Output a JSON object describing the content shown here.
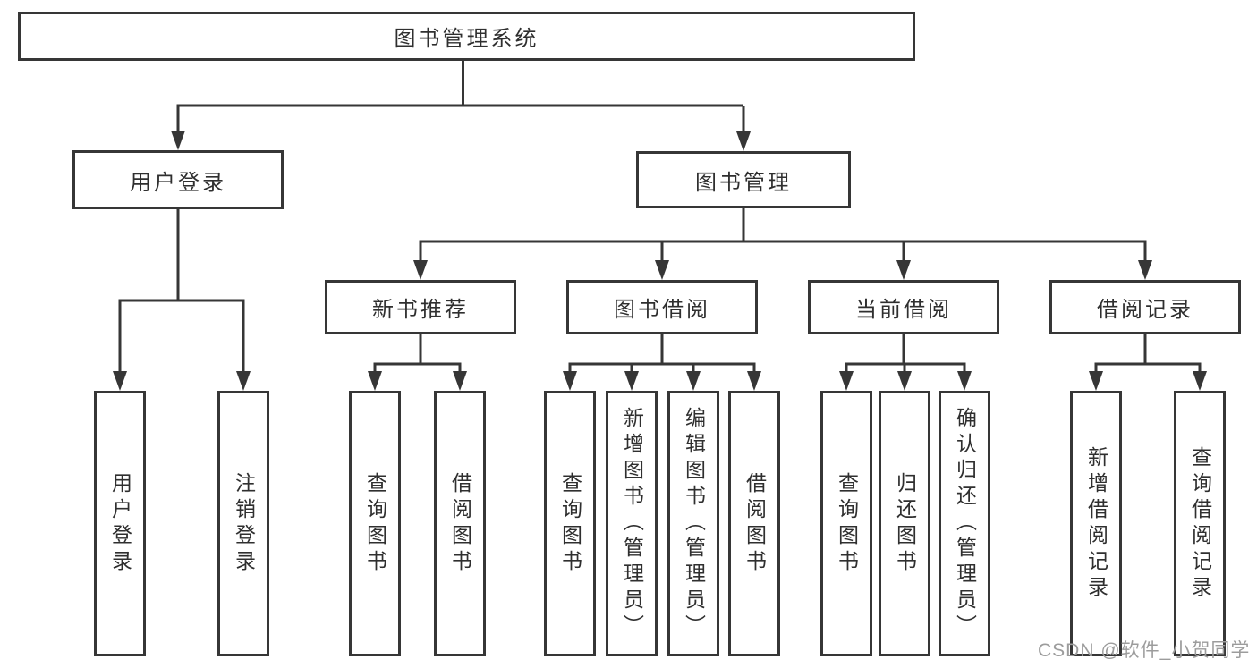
{
  "styles": {
    "line_color": "#363636",
    "text_color": "#2f2f2f",
    "box_background": "#ffffff",
    "watermark_color": "#9c9c9c",
    "page_background": "#ffffff"
  },
  "tree": {
    "root": {
      "label": "图书管理系统"
    },
    "branches": [
      {
        "label": "用户登录",
        "children": [
          {
            "label": "用户登录"
          },
          {
            "label": "注销登录"
          }
        ]
      },
      {
        "label": "图书管理",
        "children": [
          {
            "label": "新书推荐",
            "children": [
              {
                "label": "查询图书"
              },
              {
                "label": "借阅图书"
              }
            ]
          },
          {
            "label": "图书借阅",
            "children": [
              {
                "label": "查询图书"
              },
              {
                "label": "新增图书（管理员）"
              },
              {
                "label": "编辑图书（管理员）"
              },
              {
                "label": "借阅图书"
              }
            ]
          },
          {
            "label": "当前借阅",
            "children": [
              {
                "label": "查询图书"
              },
              {
                "label": "归还图书"
              },
              {
                "label": "确认归还（管理员）"
              }
            ]
          },
          {
            "label": "借阅记录",
            "children": [
              {
                "label": "新增借阅记录"
              },
              {
                "label": "查询借阅记录"
              }
            ]
          }
        ]
      }
    ]
  },
  "watermark": {
    "text": "CSDN @软件_小贺同学"
  }
}
